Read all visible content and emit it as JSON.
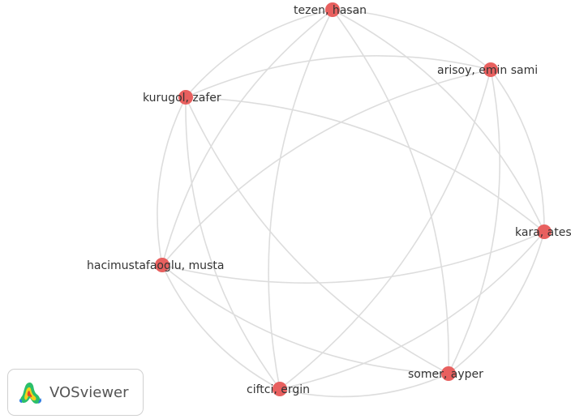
{
  "network": {
    "nodes": [
      {
        "id": "tezen",
        "label": "tezen, hasan"
      },
      {
        "id": "arisoy",
        "label": "arisoy, emin sami"
      },
      {
        "id": "kurugol",
        "label": "kurugol, zafer"
      },
      {
        "id": "kara",
        "label": "kara, ates"
      },
      {
        "id": "hacimustafaoglu",
        "label": "hacimustafaoglu, musta"
      },
      {
        "id": "somer",
        "label": "somer, ayper"
      },
      {
        "id": "ciftci",
        "label": "ciftci, ergin"
      }
    ],
    "edges": [
      [
        "tezen",
        "arisoy"
      ],
      [
        "tezen",
        "kurugol"
      ],
      [
        "tezen",
        "kara"
      ],
      [
        "tezen",
        "hacimustafaoglu"
      ],
      [
        "tezen",
        "somer"
      ],
      [
        "tezen",
        "ciftci"
      ],
      [
        "arisoy",
        "kurugol"
      ],
      [
        "arisoy",
        "kara"
      ],
      [
        "arisoy",
        "hacimustafaoglu"
      ],
      [
        "arisoy",
        "somer"
      ],
      [
        "arisoy",
        "ciftci"
      ],
      [
        "kurugol",
        "kara"
      ],
      [
        "kurugol",
        "hacimustafaoglu"
      ],
      [
        "kurugol",
        "somer"
      ],
      [
        "kurugol",
        "ciftci"
      ],
      [
        "kara",
        "hacimustafaoglu"
      ],
      [
        "kara",
        "somer"
      ],
      [
        "kara",
        "ciftci"
      ],
      [
        "hacimustafaoglu",
        "somer"
      ],
      [
        "hacimustafaoglu",
        "ciftci"
      ],
      [
        "somer",
        "ciftci"
      ]
    ],
    "node_color": "#e8605f",
    "edge_color": "#dddddd"
  },
  "badge": {
    "label": "VOSviewer",
    "logo_icon": "vosviewer-logo-icon"
  }
}
